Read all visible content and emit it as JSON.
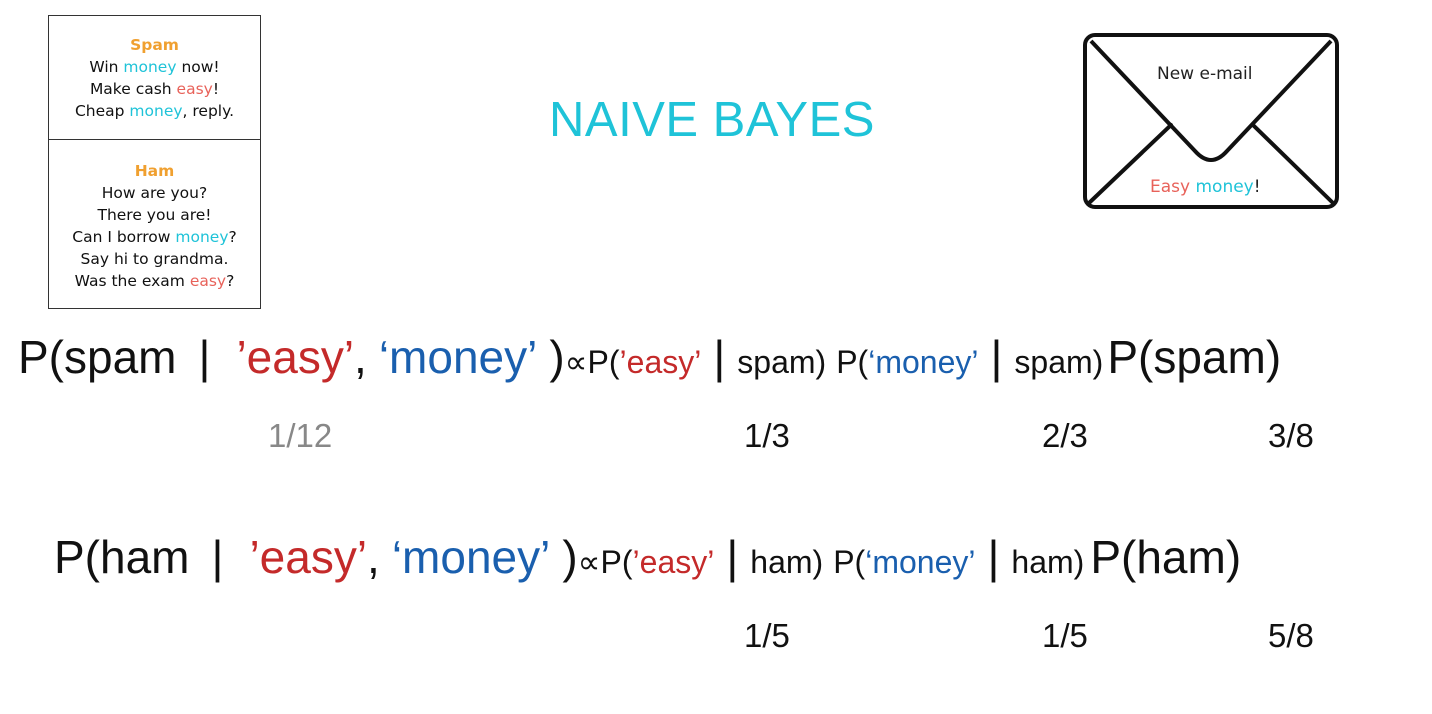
{
  "dataset": {
    "spam": {
      "heading": "Spam",
      "lines": [
        [
          {
            "t": "Win "
          },
          {
            "t": "money",
            "c": "money"
          },
          {
            "t": " now!"
          }
        ],
        [
          {
            "t": "Make cash "
          },
          {
            "t": "easy",
            "c": "easy"
          },
          {
            "t": "!"
          }
        ],
        [
          {
            "t": "Cheap "
          },
          {
            "t": "money",
            "c": "money"
          },
          {
            "t": ", reply."
          }
        ]
      ]
    },
    "ham": {
      "heading": "Ham",
      "lines": [
        [
          {
            "t": "How are you?"
          }
        ],
        [
          {
            "t": "There you are!"
          }
        ],
        [
          {
            "t": "Can I borrow "
          },
          {
            "t": "money",
            "c": "money"
          },
          {
            "t": "?"
          }
        ],
        [
          {
            "t": "Say hi to grandma."
          }
        ],
        [
          {
            "t": "Was the exam "
          },
          {
            "t": "easy",
            "c": "easy"
          },
          {
            "t": "?"
          }
        ]
      ]
    }
  },
  "title": "NAIVE BAYES",
  "email": {
    "header": "New e-mail",
    "body_word1": "Easy",
    "body_word2": "money",
    "body_punct": "!"
  },
  "equations": {
    "spam": {
      "lhs_open": "P(spam",
      "bar": "|",
      "easy": "’easy’",
      "comma": ",",
      "money": "‘money’",
      "close": ")",
      "prop": "∝",
      "t1_open": "P(",
      "t1_easy": "’easy’",
      "t1_rest": "spam)",
      "t2_open": "P(",
      "t2_money": "‘money’",
      "t2_rest": "spam)",
      "prior": "P(spam)",
      "values": {
        "posterior": "1/12",
        "easy": "1/3",
        "money": "2/3",
        "prior": "3/8"
      }
    },
    "ham": {
      "lhs_open": "P(ham",
      "bar": "|",
      "easy": "’easy’",
      "comma": ",",
      "money": "‘money’",
      "close": ")",
      "prop": "∝",
      "t1_open": "P(",
      "t1_easy": "’easy’",
      "t1_rest": "ham)",
      "t2_open": "P(",
      "t2_money": "‘money’",
      "t2_rest": "ham)",
      "prior": "P(ham)",
      "values": {
        "easy": "1/5",
        "money": "1/5",
        "prior": "5/8"
      }
    }
  },
  "colors": {
    "money": "#1fc3d8",
    "easy": "#e8625a",
    "heading": "#f0a030",
    "title": "#1fc3d8",
    "eq_red": "#c42a2a",
    "eq_blue": "#1a5fae"
  }
}
